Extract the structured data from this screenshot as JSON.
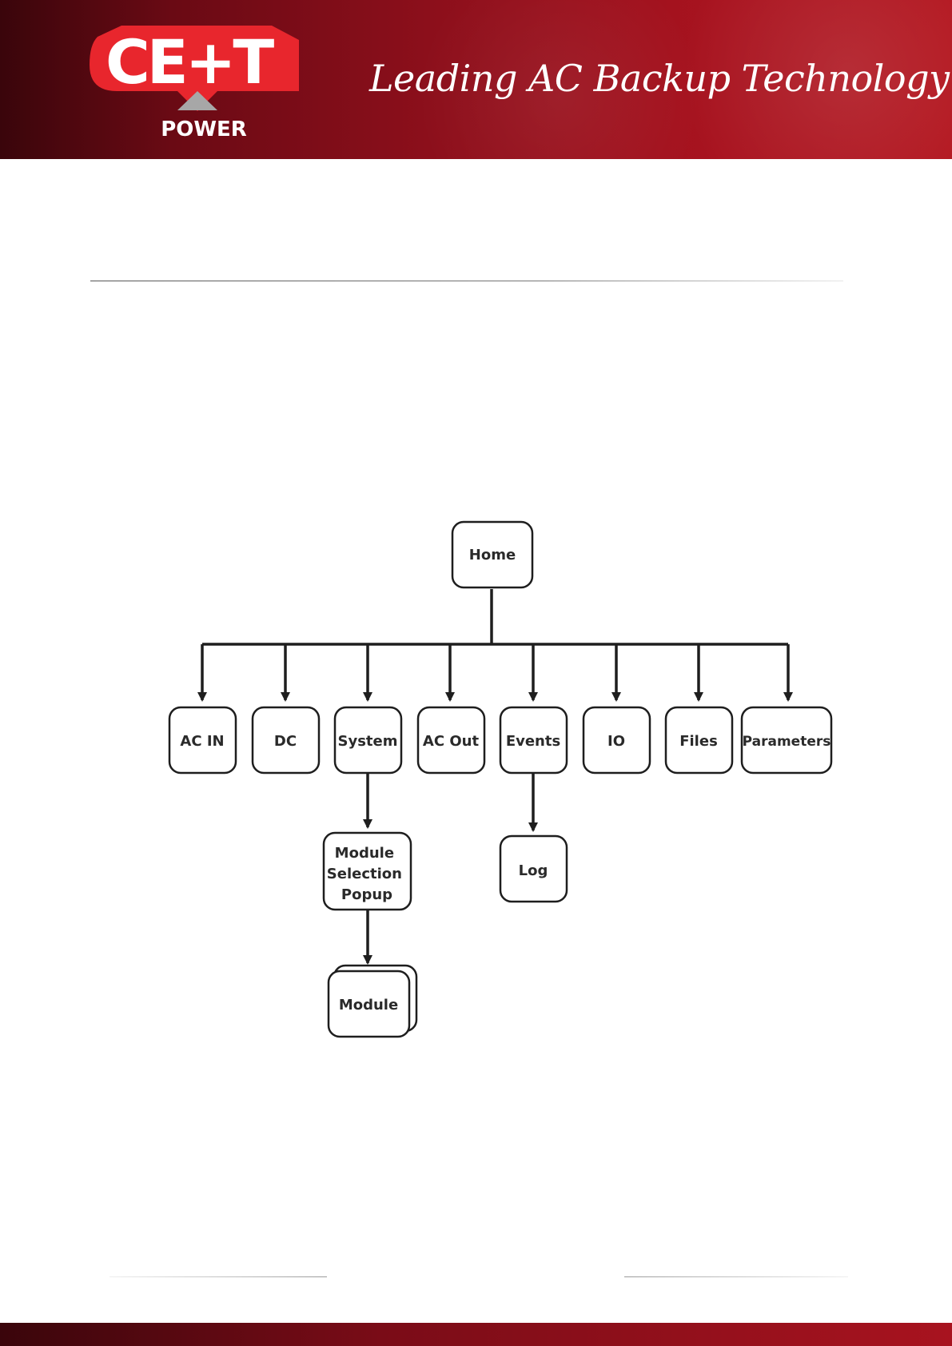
{
  "header": {
    "logo": {
      "main": "CE+T",
      "sub": "POWER"
    },
    "tagline": "Leading AC Backup Technology"
  },
  "colors": {
    "brand_dark": "#3a050b",
    "brand_red": "#a8131f",
    "logo_red": "#e8262d",
    "logo_grey": "#a7a7a7",
    "diagram_stroke": "#1e1e1e"
  },
  "diagram": {
    "root": "Home",
    "children": [
      "AC IN",
      "DC",
      "System",
      "AC Out",
      "Events",
      "IO",
      "Files",
      "Parameters"
    ],
    "system_chain": [
      "Module Selection Popup",
      "Module"
    ],
    "system_popup_lines": [
      "Module",
      "Selection",
      "Popup"
    ],
    "events_chain": [
      "Log"
    ]
  }
}
